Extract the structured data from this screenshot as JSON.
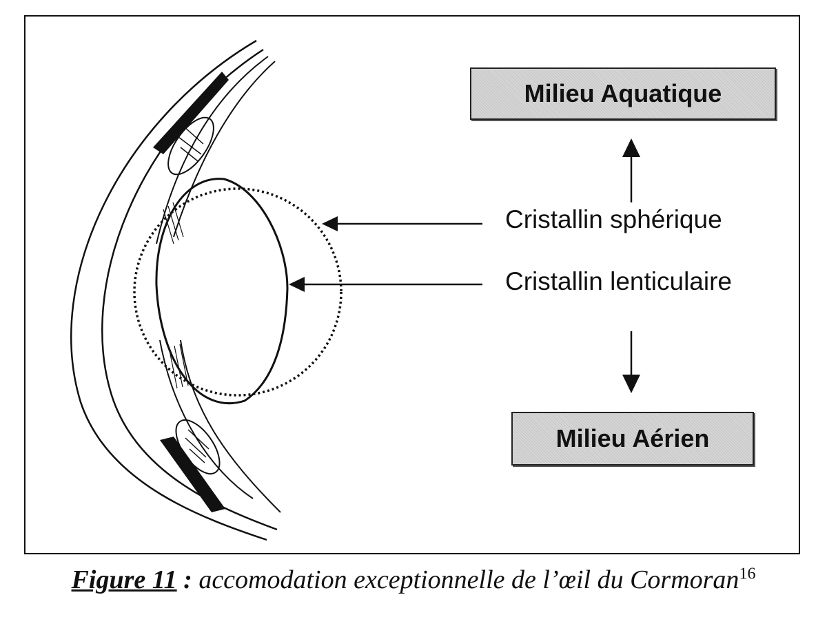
{
  "boxes": {
    "top": "Milieu Aquatique",
    "bottom": "Milieu Aérien"
  },
  "labels": {
    "spherical_lens": "Cristallin sphérique",
    "lenticular_lens": "Cristallin lenticulaire"
  },
  "caption": {
    "figure_label": "Figure 11",
    "separator": " :",
    "text": " accomodation exceptionnelle de l’œil du Cormoran",
    "footnote": "16"
  },
  "colors": {
    "box_fill": "#d6d6d6",
    "ink": "#111111"
  }
}
